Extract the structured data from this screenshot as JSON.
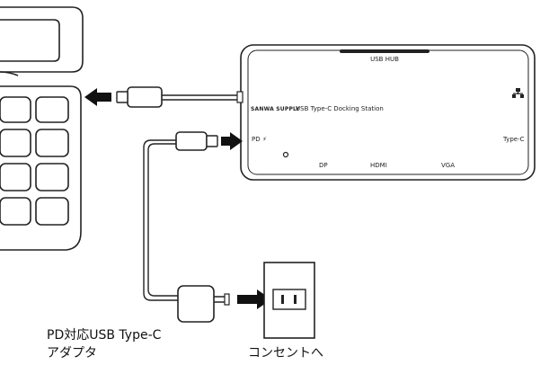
{
  "dock": {
    "port_usb_hub": "USB HUB",
    "brand": "SANWA SUPPLY",
    "model": "USB Type-C Docking Station",
    "port_pd": "PD",
    "port_pd_symbol": "⚡",
    "port_type_c": "Type-C",
    "port_dp": "DP",
    "port_hdmi": "HDMI",
    "port_vga": "VGA",
    "port_lan_icon": "network-lan-icon"
  },
  "captions": {
    "adapter_line1": "PD対応USB Type-C",
    "adapter_line2": "アダプタ",
    "outlet": "コンセントへ"
  }
}
